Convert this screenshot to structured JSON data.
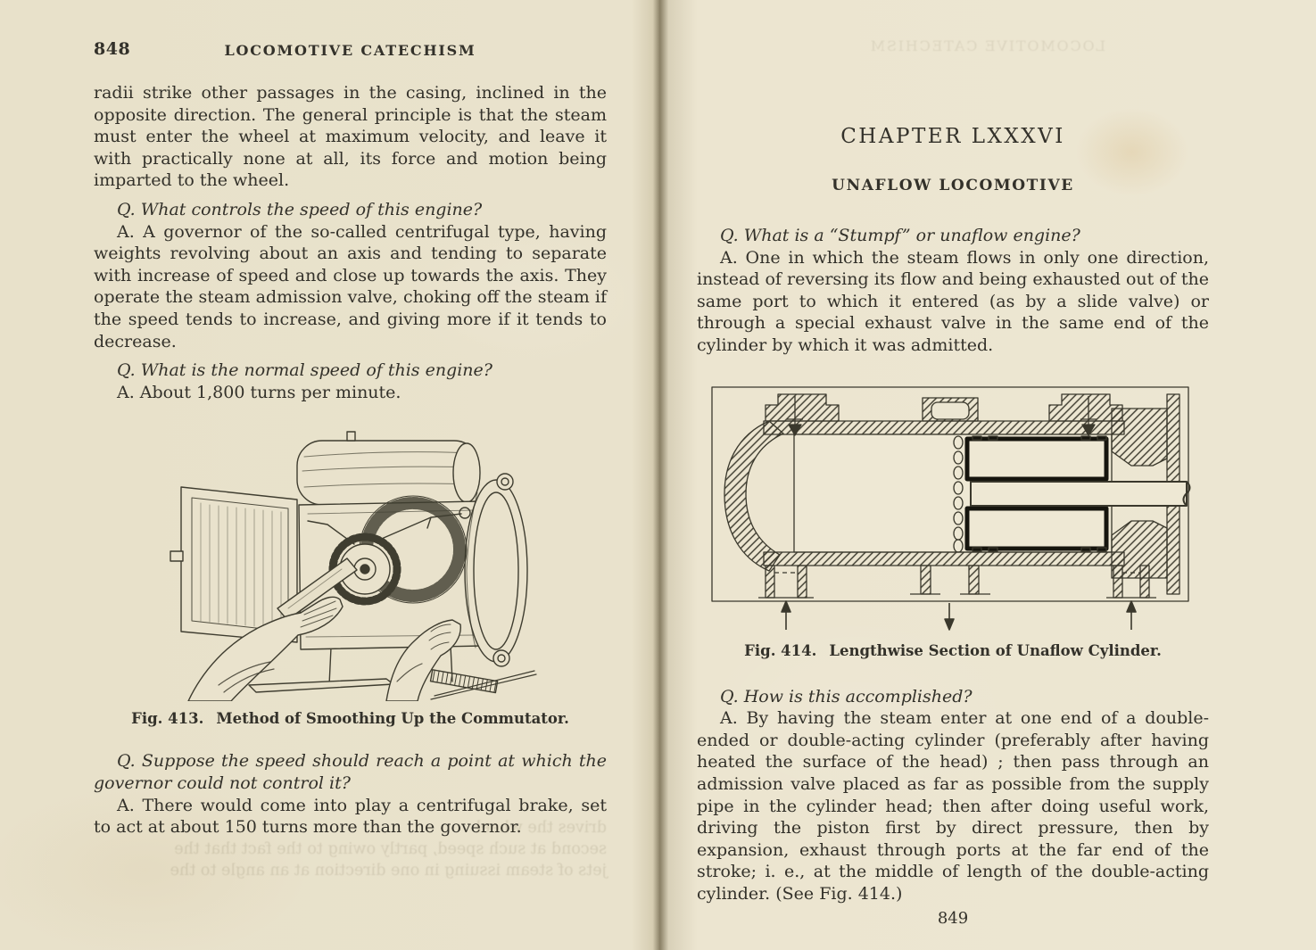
{
  "palette": {
    "paper_left": "#e9e2cc",
    "paper_right": "#ece6d2",
    "ink": "#33312a",
    "line_art": "#3a382c",
    "spine_shadow": "#8a8066"
  },
  "left_page": {
    "page_number": "848",
    "running_title": "LOCOMOTIVE CATECHISM",
    "intro": "radii strike other passages in the casing, inclined in the opposite direction.  The general principle is that the steam must enter the wheel at maximum velocity, and leave it with practically none at all, its force and motion being imparted to the wheel.",
    "q1": "Q. What controls the speed of this engine?",
    "a1": "A. A governor of the so-called centrifugal type, having weights revolving about an axis and tending to separate with increase of speed and close up towards the axis. They operate the steam admission valve, choking off the steam if the speed tends to increase, and giving more if it tends to decrease.",
    "q2": "Q. What is the normal speed of this engine?",
    "a2": "A. About 1,800 turns per minute.",
    "figure": {
      "label": "Fig. 413.",
      "caption": "Method of Smoothing Up the Commutator.",
      "subject": "engraving of two hands smoothing the commutator of a dynamo with open access door, gear and belt wheel"
    },
    "q3": "Q. Suppose the speed should reach a point at which the governor could not control it?",
    "a3": "A. There would come into play a centrifugal brake, set to act at about 150 turns more than the governor.",
    "show_through": "drives the wheel\nsecond at such speed, partly owing to the fact that the\njets of steam issuing in one direction at an angle to the"
  },
  "right_page": {
    "chapter_heading": "CHAPTER LXXXVI",
    "section_heading": "UNAFLOW LOCOMOTIVE",
    "q1": "Q. What is a “Stumpf” or unaflow engine?",
    "a1": "A. One in which the steam flows in only one direction, instead of reversing its flow and being exhausted out of the same port to which it entered (as by a slide valve) or through a special exhaust valve in the same end of the cylinder by which it was admitted.",
    "figure": {
      "label": "Fig. 414.",
      "caption": "Lengthwise Section of Unaflow Cylinder.",
      "subject": "lengthwise cross-section drawing of a unaflow cylinder with piston, piston rod, springs, admission valves and exhaust ports marked by arrows"
    },
    "q2": "Q. How is this accomplished?",
    "a2": "A. By having the steam enter at one end of a double-ended or double-acting cylinder (preferably after having heated the surface of the head) ; then pass through an admission valve placed as far as possible from the supply pipe in the cylinder head; then after doing useful work, driving the piston first by direct pressure, then by expansion, exhaust through ports at the far end of the stroke; i. e., at the middle of length of the double-acting cylinder.  (See Fig. 414.)",
    "page_number": "849",
    "show_through": "LOCOMOTIVE CATECHISM"
  }
}
